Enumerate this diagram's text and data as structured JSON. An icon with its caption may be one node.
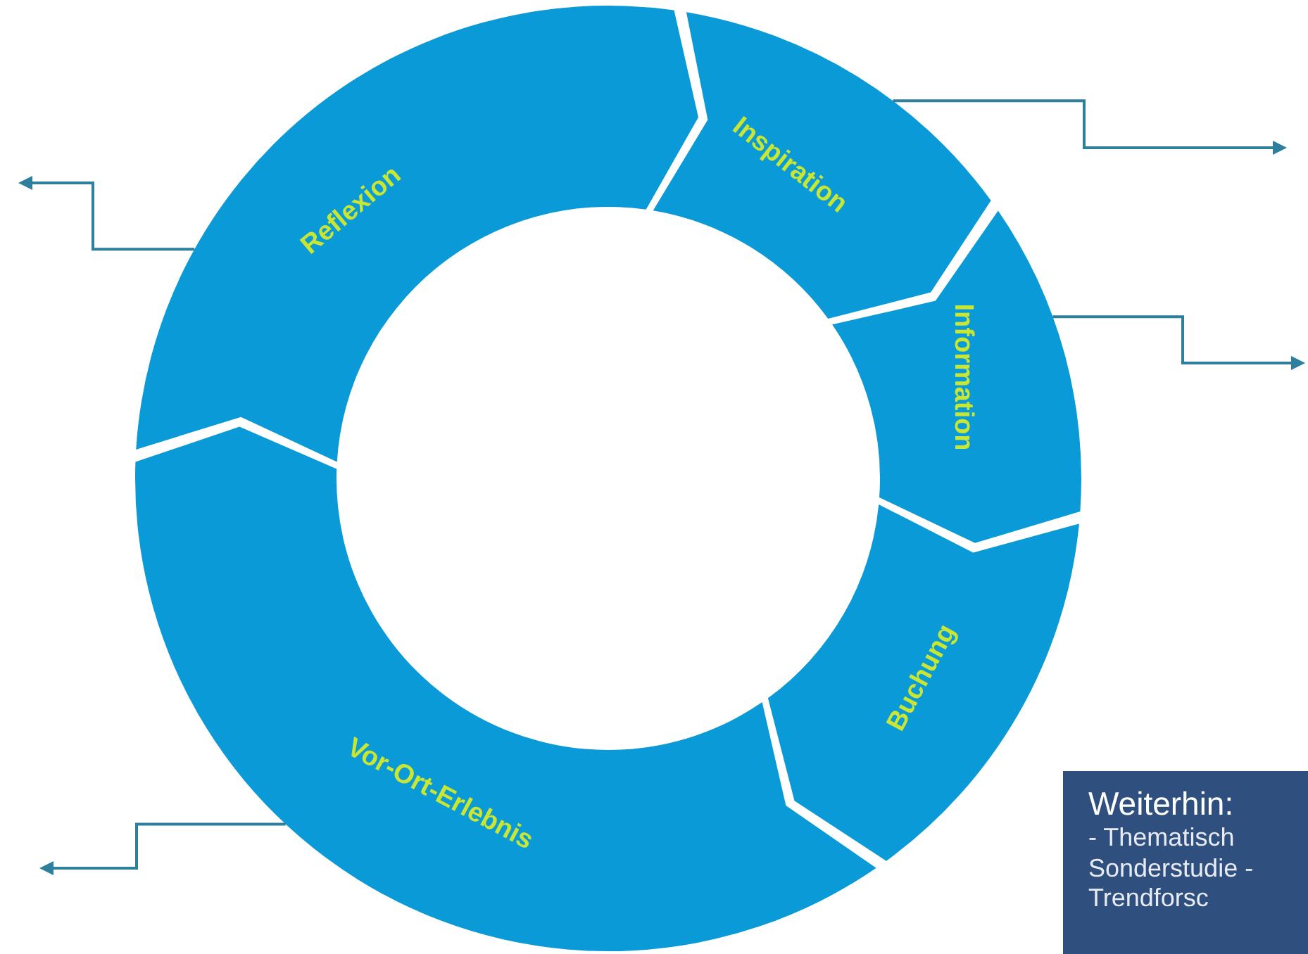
{
  "diagram": {
    "nodes": [
      {
        "text": [
          "Inspiration"
        ]
      },
      {
        "text": [
          "Information"
        ]
      },
      {
        "text": [
          "Buchung"
        ]
      },
      {
        "text": [
          "Vor-Ort-Erlebnis"
        ]
      },
      {
        "text": [
          "Reflexion"
        ]
      },
      {
        "text": [
          "Weiterhin:",
          "- Thematisch Sonderstudie - Trendforsc"
        ]
      }
    ],
    "edges": [
      {
        "from": 0,
        "to": null,
        "arrow": "to"
      },
      {
        "from": 1,
        "to": null,
        "arrow": "to"
      },
      {
        "from": 4,
        "to": null,
        "arrow": "to"
      },
      {
        "from": 3,
        "to": null,
        "arrow": "to"
      }
    ]
  }
}
